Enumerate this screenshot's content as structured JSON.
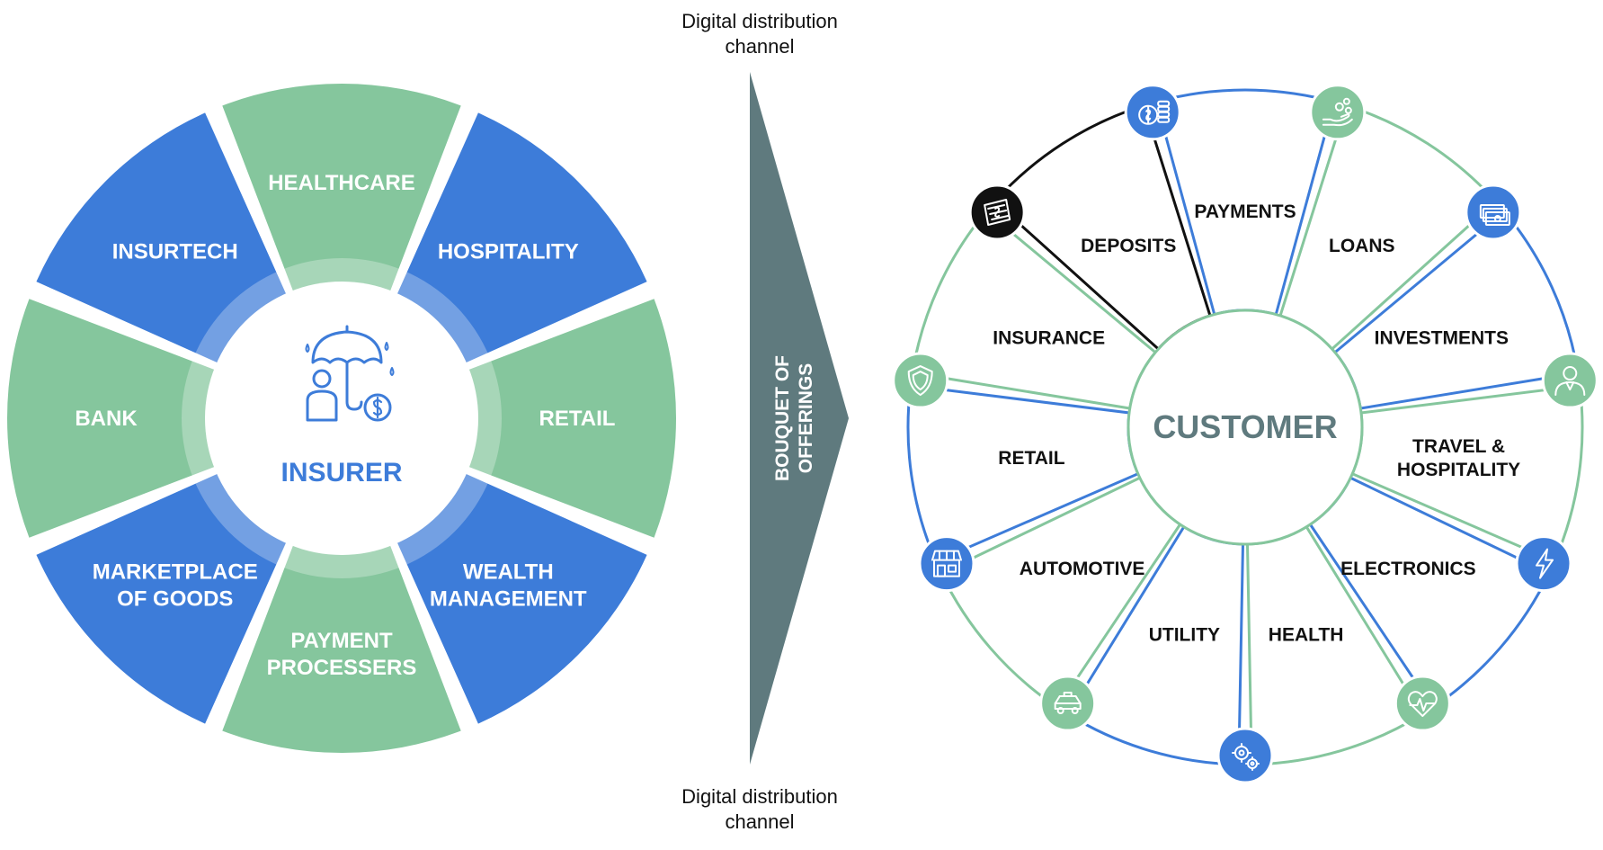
{
  "colors": {
    "blue": "#3d7cd9",
    "green": "#85c69d",
    "arrow": "#5f7a7e",
    "dark_text": "#111111",
    "customer_text": "#5f7a7e",
    "insurer_text": "#3d7cd9"
  },
  "channel_top": {
    "line1": "Digital distribution",
    "line2": "channel"
  },
  "channel_bottom": {
    "line1": "Digital distribution",
    "line2": "channel"
  },
  "arrow_label": {
    "line1": "BOUQUET OF",
    "line2": "OFFERINGS"
  },
  "insurer_wheel": {
    "center_label": "INSURER",
    "center_icon": "umbrella-person-icon",
    "segments": [
      {
        "name": "healthcare",
        "lines": [
          "HEALTHCARE"
        ],
        "color": "green"
      },
      {
        "name": "hospitality",
        "lines": [
          "HOSPITALITY"
        ],
        "color": "blue"
      },
      {
        "name": "retail",
        "lines": [
          "RETAIL"
        ],
        "color": "green"
      },
      {
        "name": "wealth-management",
        "lines": [
          "WEALTH",
          "MANAGEMENT"
        ],
        "color": "blue"
      },
      {
        "name": "payment-processers",
        "lines": [
          "PAYMENT",
          "PROCESSERS"
        ],
        "color": "green"
      },
      {
        "name": "marketplace-of-goods",
        "lines": [
          "MARKETPLACE",
          "OF GOODS"
        ],
        "color": "blue"
      },
      {
        "name": "bank",
        "lines": [
          "BANK"
        ],
        "color": "green"
      },
      {
        "name": "insurtech",
        "lines": [
          "INSURTECH"
        ],
        "color": "blue"
      }
    ]
  },
  "customer_wheel": {
    "center_label": "CUSTOMER",
    "segments": [
      {
        "name": "payments",
        "lines": [
          "PAYMENTS"
        ],
        "color": "blue",
        "icon": "coins-icon"
      },
      {
        "name": "loans",
        "lines": [
          "LOANS"
        ],
        "color": "green",
        "icon": "hand-coins-icon"
      },
      {
        "name": "investments",
        "lines": [
          "INVESTMENTS"
        ],
        "color": "blue",
        "icon": "money-stack-icon"
      },
      {
        "name": "travel-hospitality",
        "lines": [
          "TRAVEL &",
          "HOSPITALITY"
        ],
        "color": "green",
        "icon": "concierge-icon"
      },
      {
        "name": "electronics",
        "lines": [
          "ELECTRONICS"
        ],
        "color": "blue",
        "icon": "lightning-icon"
      },
      {
        "name": "health",
        "lines": [
          "HEALTH"
        ],
        "color": "green",
        "icon": "heartbeat-icon"
      },
      {
        "name": "utility",
        "lines": [
          "UTILITY"
        ],
        "color": "blue",
        "icon": "gears-icon"
      },
      {
        "name": "automotive",
        "lines": [
          "AUTOMOTIVE"
        ],
        "color": "green",
        "icon": "car-icon"
      },
      {
        "name": "retail",
        "lines": [
          "RETAIL"
        ],
        "color": "blue",
        "icon": "storefront-icon"
      },
      {
        "name": "insurance",
        "lines": [
          "INSURANCE"
        ],
        "color": "green",
        "icon": "shield-icon"
      },
      {
        "name": "deposits",
        "lines": [
          "DEPOSITS"
        ],
        "color": "black",
        "icon": "deposit-slip-icon"
      }
    ]
  }
}
